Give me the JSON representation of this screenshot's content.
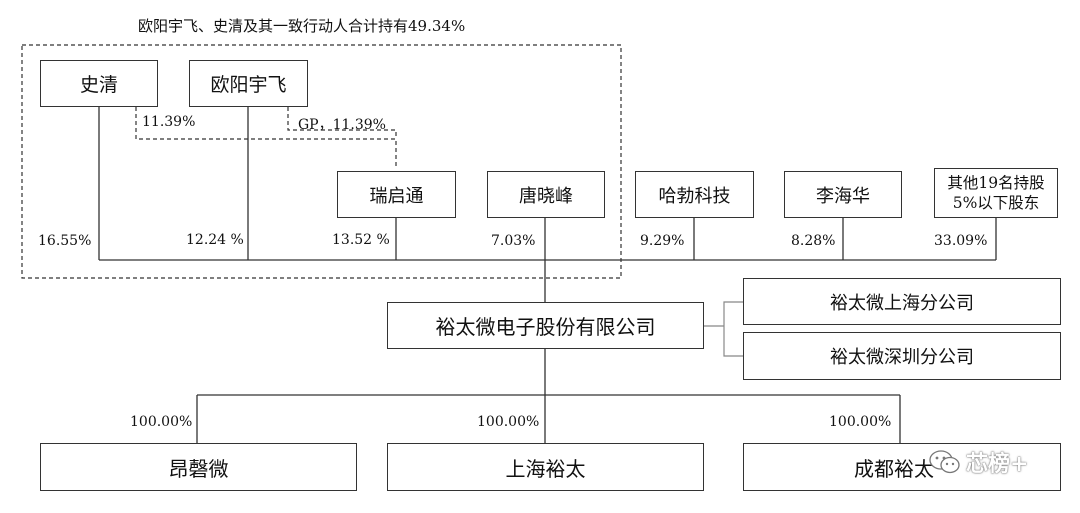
{
  "group_label": "欧阳宇飞、史清及其一致行动人合计持有49.34%",
  "holders": {
    "shi_qing": "史清",
    "ouyang": "欧阳宇飞",
    "ruiqitong": "瑞启通",
    "tang": "唐晓峰",
    "habo": "哈勃科技",
    "li": "李海华",
    "others_line1": "其他19名持股",
    "others_line2": "5%以下股东"
  },
  "percents": {
    "shi_to_rqt": "11.39%",
    "ouyang_to_rqt": "GP，11.39%",
    "shi_qing": "16.55%",
    "ouyang": "12.24 %",
    "ruiqitong": "13.52 %",
    "tang": "7.03%",
    "habo": "9.29%",
    "li": "8.28%",
    "others": "33.09%"
  },
  "company": "裕太微电子股份有限公司",
  "branches": [
    "裕太微上海分公司",
    "裕太微深圳分公司"
  ],
  "subsidiaries": [
    {
      "name": "昂磬微",
      "percent": "100.00%"
    },
    {
      "name": "上海裕太",
      "percent": "100.00%"
    },
    {
      "name": "成都裕太",
      "percent": "100.00%"
    }
  ],
  "watermark": "芯榜+",
  "watermark_icon": "wechat-icon"
}
